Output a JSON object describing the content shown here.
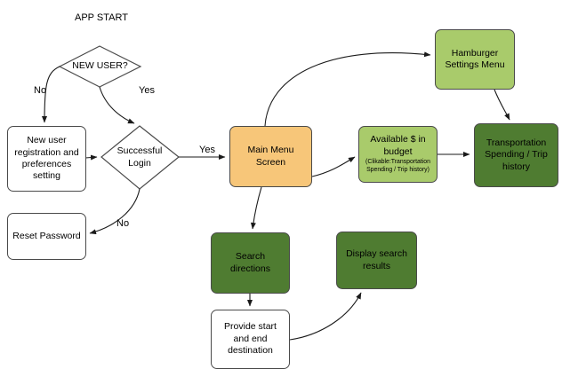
{
  "title": "APP START",
  "nodes": {
    "new_user": {
      "label": "NEW USER?"
    },
    "registration": {
      "label": "New user registration and preferences setting"
    },
    "login": {
      "label": "Successful Login"
    },
    "reset": {
      "label": "Reset Password"
    },
    "main_menu": {
      "label": "Main Menu Screen"
    },
    "hamburger": {
      "label": "Hamburger Settings Menu"
    },
    "budget": {
      "label": "Available $ in budget",
      "note": "(Clikable:Transportation Spending / Trip history)"
    },
    "transport": {
      "label": "Transportation Spending / Trip history"
    },
    "search": {
      "label": "Search directions"
    },
    "provide": {
      "label": "Provide start and end destination"
    },
    "results": {
      "label": "Display search results"
    }
  },
  "edges": {
    "new_user_no": "No",
    "new_user_yes": "Yes",
    "login_yes": "Yes",
    "login_no": "No"
  },
  "colors": {
    "orange": "#f7c679",
    "light_green": "#a9cb6b",
    "dark_green": "#4f7c31",
    "border": "#4a4a4a",
    "arrow": "#1a1a1a"
  }
}
